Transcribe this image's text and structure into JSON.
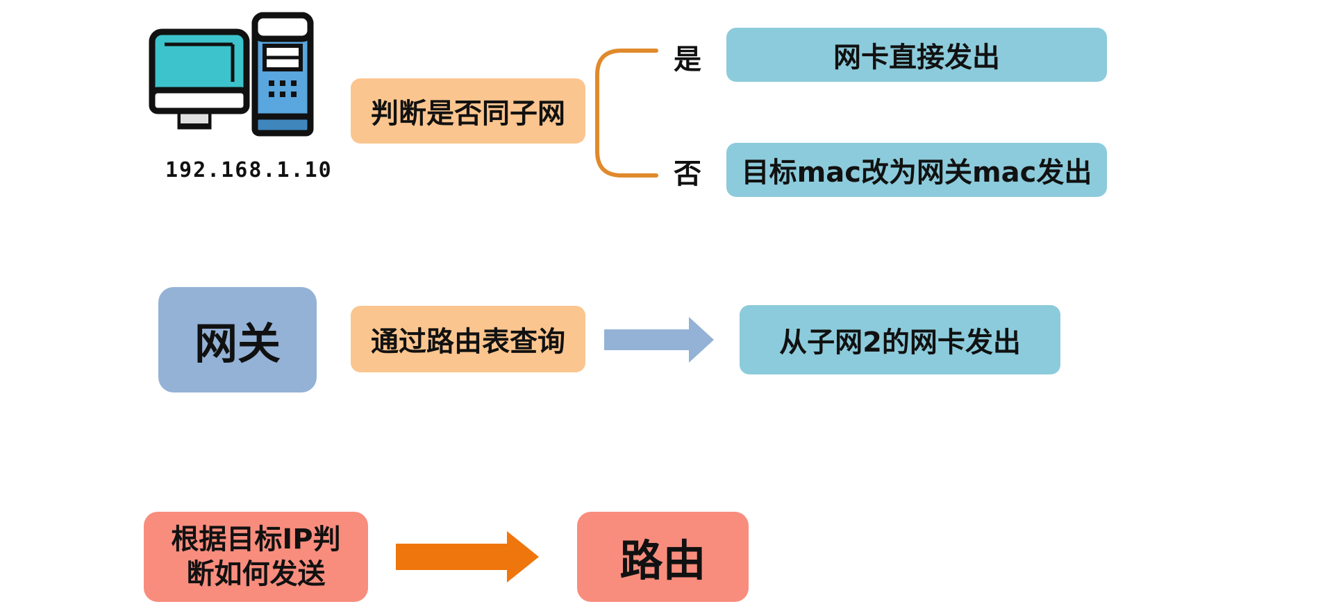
{
  "host": {
    "ip": "192.168.1.10",
    "icon": "computer-icon",
    "colors": {
      "monitor": "#3cc3cc",
      "tower": "#5aa6de",
      "outline": "#111111"
    }
  },
  "decision": {
    "question": "判断是否同子网",
    "yes_label": "是",
    "no_label": "否",
    "yes_result": "网卡直接发出",
    "no_result": "目标mac改为网关mac发出",
    "bracket_color": "#e08a2c"
  },
  "gateway": {
    "node": "网关",
    "action": "通过路由表查询",
    "result": "从子网2的网卡发出",
    "arrow_color": "#93b2d6"
  },
  "routing": {
    "rule_line1": "根据目标IP判",
    "rule_line2": "断如何发送",
    "node": "路由",
    "arrow_color": "#ef760d"
  },
  "colors": {
    "orange_box": "#fbc58f",
    "teal_box": "#8ccbdb",
    "blue_box": "#93b2d6",
    "red_box": "#f88d7e"
  }
}
